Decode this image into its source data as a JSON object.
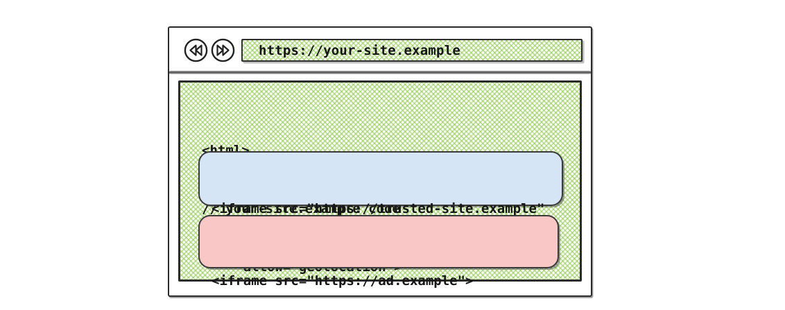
{
  "toolbar": {
    "back_icon": "back-double-arrow-icon",
    "forward_icon": "forward-double-arrow-icon",
    "url": "https://your-site.example"
  },
  "page": {
    "code_line_1": "<html>",
    "code_line_2": "// your-site.example code",
    "trusted_iframe": {
      "line_1": "<iframe src=\"https://trusted-site.example\"",
      "line_2": "    allow=\"geolocation\">",
      "fill_color": "#d6e5f5"
    },
    "ad_iframe": {
      "line_1": "<iframe src=\"https://ad.example\">",
      "fill_color": "#f9c8c6"
    }
  },
  "colors": {
    "hatch_green": "#8dc64d",
    "ink": "#2b2b2b",
    "trusted_blue": "#d6e5f5",
    "ad_pink": "#f9c8c6"
  }
}
